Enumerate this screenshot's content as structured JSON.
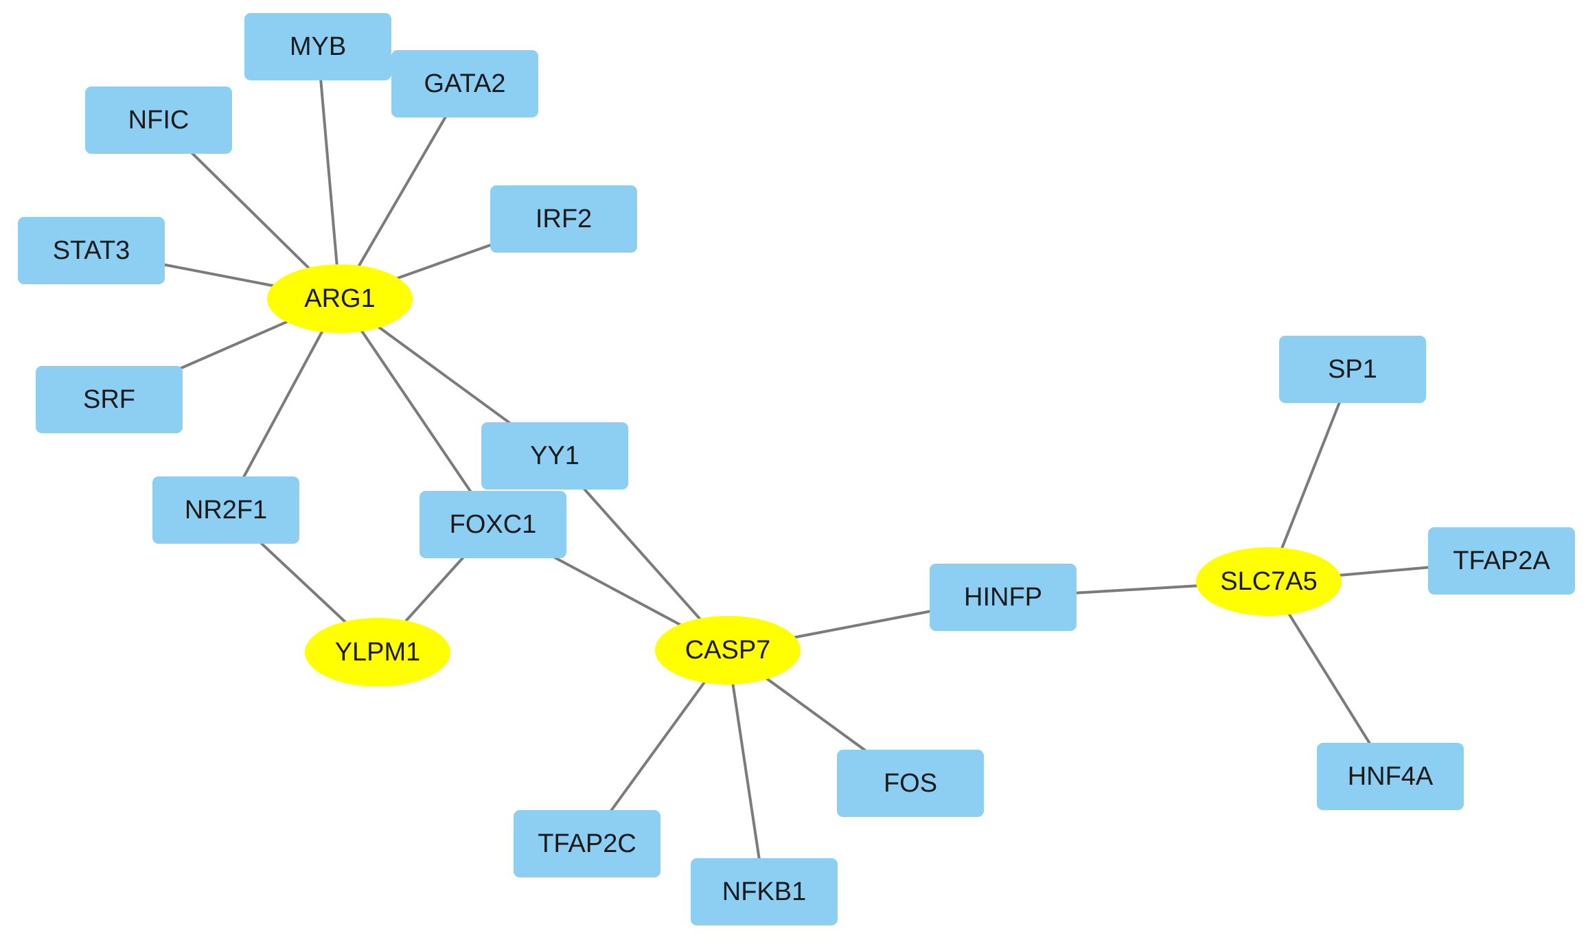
{
  "network": {
    "colors": {
      "gene_fill": "#ffff00",
      "tf_fill": "#8ccff3",
      "edge": "#7b7b7b"
    },
    "genes": [
      {
        "id": "ARG1",
        "label": "ARG1"
      },
      {
        "id": "YLPM1",
        "label": "YLPM1"
      },
      {
        "id": "CASP7",
        "label": "CASP7"
      },
      {
        "id": "SLC7A5",
        "label": "SLC7A5"
      }
    ],
    "tfs": [
      {
        "id": "MYB",
        "label": "MYB"
      },
      {
        "id": "GATA2",
        "label": "GATA2"
      },
      {
        "id": "NFIC",
        "label": "NFIC"
      },
      {
        "id": "IRF2",
        "label": "IRF2"
      },
      {
        "id": "STAT3",
        "label": "STAT3"
      },
      {
        "id": "SRF",
        "label": "SRF"
      },
      {
        "id": "NR2F1",
        "label": "NR2F1"
      },
      {
        "id": "YY1",
        "label": "YY1"
      },
      {
        "id": "FOXC1",
        "label": "FOXC1"
      },
      {
        "id": "HINFP",
        "label": "HINFP"
      },
      {
        "id": "SP1",
        "label": "SP1"
      },
      {
        "id": "TFAP2A",
        "label": "TFAP2A"
      },
      {
        "id": "HNF4A",
        "label": "HNF4A"
      },
      {
        "id": "FOS",
        "label": "FOS"
      },
      {
        "id": "TFAP2C",
        "label": "TFAP2C"
      },
      {
        "id": "NFKB1",
        "label": "NFKB1"
      }
    ],
    "edges": [
      [
        "ARG1",
        "MYB"
      ],
      [
        "ARG1",
        "GATA2"
      ],
      [
        "ARG1",
        "NFIC"
      ],
      [
        "ARG1",
        "IRF2"
      ],
      [
        "ARG1",
        "STAT3"
      ],
      [
        "ARG1",
        "SRF"
      ],
      [
        "ARG1",
        "NR2F1"
      ],
      [
        "ARG1",
        "YY1"
      ],
      [
        "ARG1",
        "FOXC1"
      ],
      [
        "YLPM1",
        "NR2F1"
      ],
      [
        "YLPM1",
        "FOXC1"
      ],
      [
        "CASP7",
        "FOXC1"
      ],
      [
        "CASP7",
        "YY1"
      ],
      [
        "CASP7",
        "HINFP"
      ],
      [
        "CASP7",
        "FOS"
      ],
      [
        "CASP7",
        "TFAP2C"
      ],
      [
        "CASP7",
        "NFKB1"
      ],
      [
        "SLC7A5",
        "HINFP"
      ],
      [
        "SLC7A5",
        "SP1"
      ],
      [
        "SLC7A5",
        "TFAP2A"
      ],
      [
        "SLC7A5",
        "HNF4A"
      ]
    ]
  }
}
